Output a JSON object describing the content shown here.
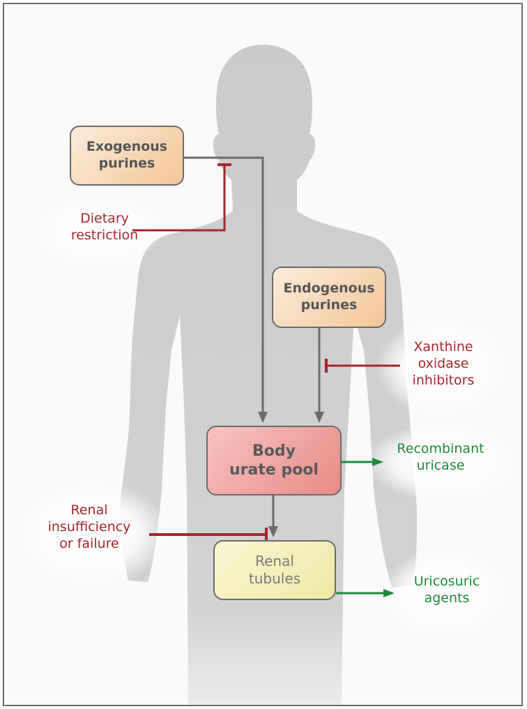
{
  "boxes": {
    "exogenous": "Exogenous\npurines",
    "endogenous": "Endogenous\npurines",
    "urate_pool": "Body\nurate pool",
    "tubules": "Renal\ntubules"
  },
  "labels": {
    "dietary": "Dietary\nrestriction",
    "xanthine": "Xanthine\noxidase\ninhibitors",
    "recombinant": "Recombinant\nuricase",
    "renal_insufficiency": "Renal\ninsufficiency\nor failure",
    "uricosuric": "Uricosuric\nagents"
  },
  "colors": {
    "inhibitor_red": "#a3262e",
    "promoter_green": "#1f8a3c",
    "flow_gray": "#6b6b6b",
    "silhouette": "#c9c9c9"
  }
}
